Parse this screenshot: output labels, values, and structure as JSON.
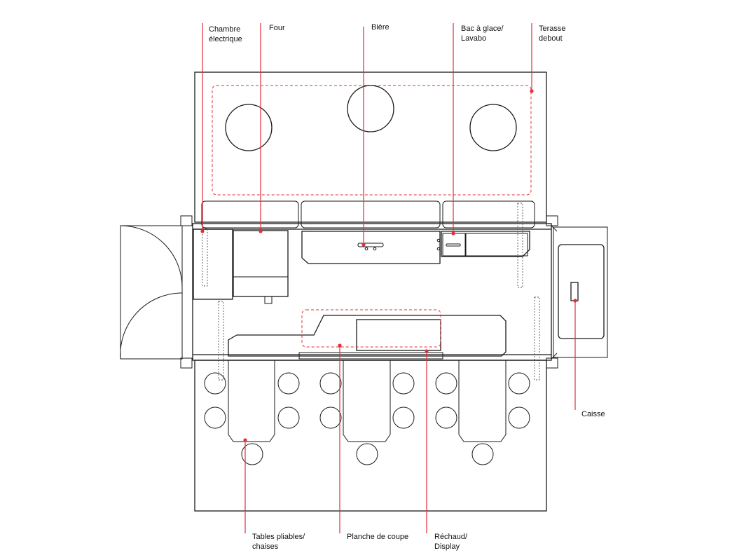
{
  "colors": {
    "leader": "#e0303a",
    "linework": "#1a1a1a"
  },
  "callouts": {
    "chambre": "Chambre\nélectrique",
    "four": "Four",
    "biere": "Bière",
    "bac": "Bac à glace/\nLavabo",
    "terasse": "Terasse\ndebout",
    "caisse": "Caisse",
    "tables": "Tables pliables/\nchaises",
    "planche": "Planche de coupe",
    "rechaud": "Réchaud/\nDisplay"
  }
}
